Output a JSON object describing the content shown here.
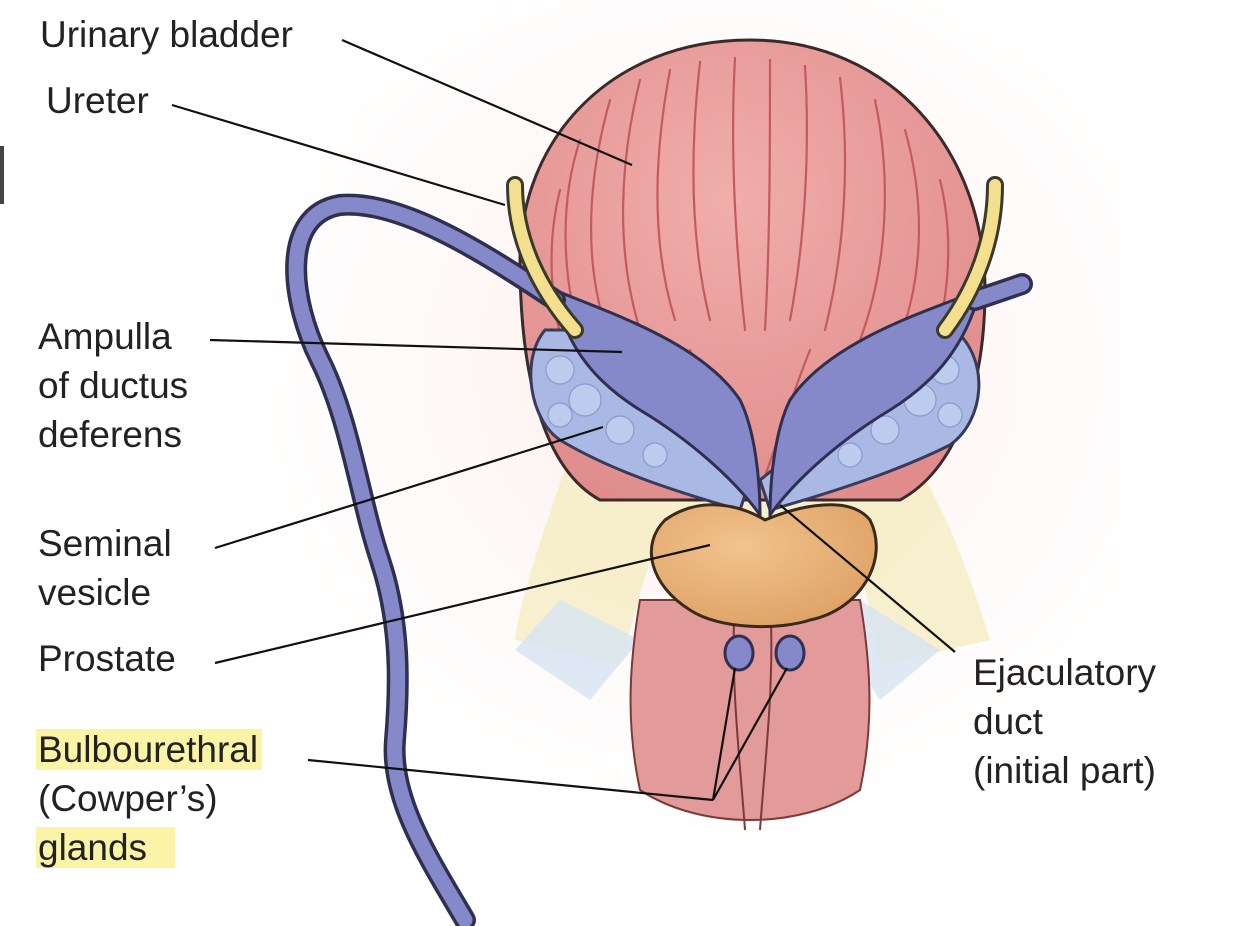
{
  "labels": {
    "urinary_bladder": "Urinary bladder",
    "ureter": "Ureter",
    "ampulla": [
      "Ampulla",
      "of ductus",
      "deferens"
    ],
    "seminal_vesicle": [
      "Seminal",
      "vesicle"
    ],
    "prostate": "Prostate",
    "bulbourethral": [
      "Bulbourethral",
      "(Cowper’s)",
      "glands"
    ],
    "ejaculatory": [
      "Ejaculatory",
      "duct",
      "(initial part)"
    ]
  },
  "colors": {
    "bladder": "#e89a98",
    "bladder_striation": "#c45a5e",
    "ductus_deferens": "#8589c9",
    "seminal_vesicle": "#a9b9e4",
    "ureter": "#f3df8e",
    "prostate": "#e9b47a",
    "urethra_region": "#e29a9a",
    "pale_tissue": "#f6edc8",
    "highlight": "#fbf3a6"
  }
}
